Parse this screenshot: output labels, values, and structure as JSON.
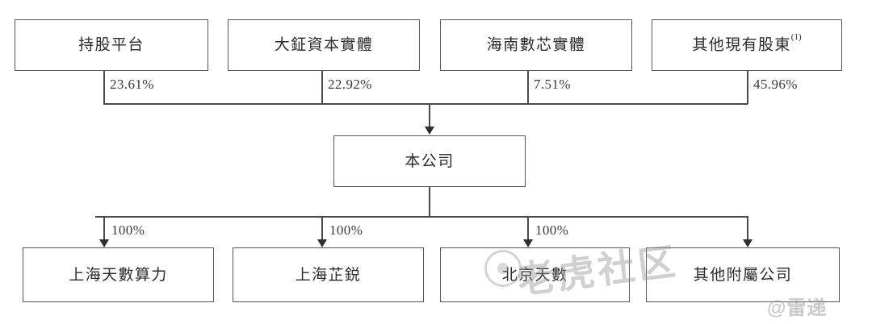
{
  "diagram": {
    "title": "Shareholding Structure Chart",
    "accent_color": "#575757",
    "line_color": "#4a4a4a",
    "text_color": "#2b2b2b",
    "shareholders": [
      {
        "name": "持股平台",
        "percent": "23.61%",
        "footnote": ""
      },
      {
        "name": "大鉦資本實體",
        "percent": "22.92%",
        "footnote": ""
      },
      {
        "name": "海南數芯實體",
        "percent": "7.51%",
        "footnote": ""
      },
      {
        "name": "其他現有股東",
        "percent": "45.96%",
        "footnote": "(1)"
      }
    ],
    "company": {
      "name": "本公司"
    },
    "subsidiaries": [
      {
        "name": "上海天數算力",
        "percent": "100%"
      },
      {
        "name": "上海芷鋭",
        "percent": "100%"
      },
      {
        "name": "北京天數",
        "percent": "100%"
      },
      {
        "name": "其他附屬公司",
        "percent": ""
      }
    ],
    "watermarks": {
      "site": "老虎社区",
      "handle": "@雷递"
    }
  }
}
